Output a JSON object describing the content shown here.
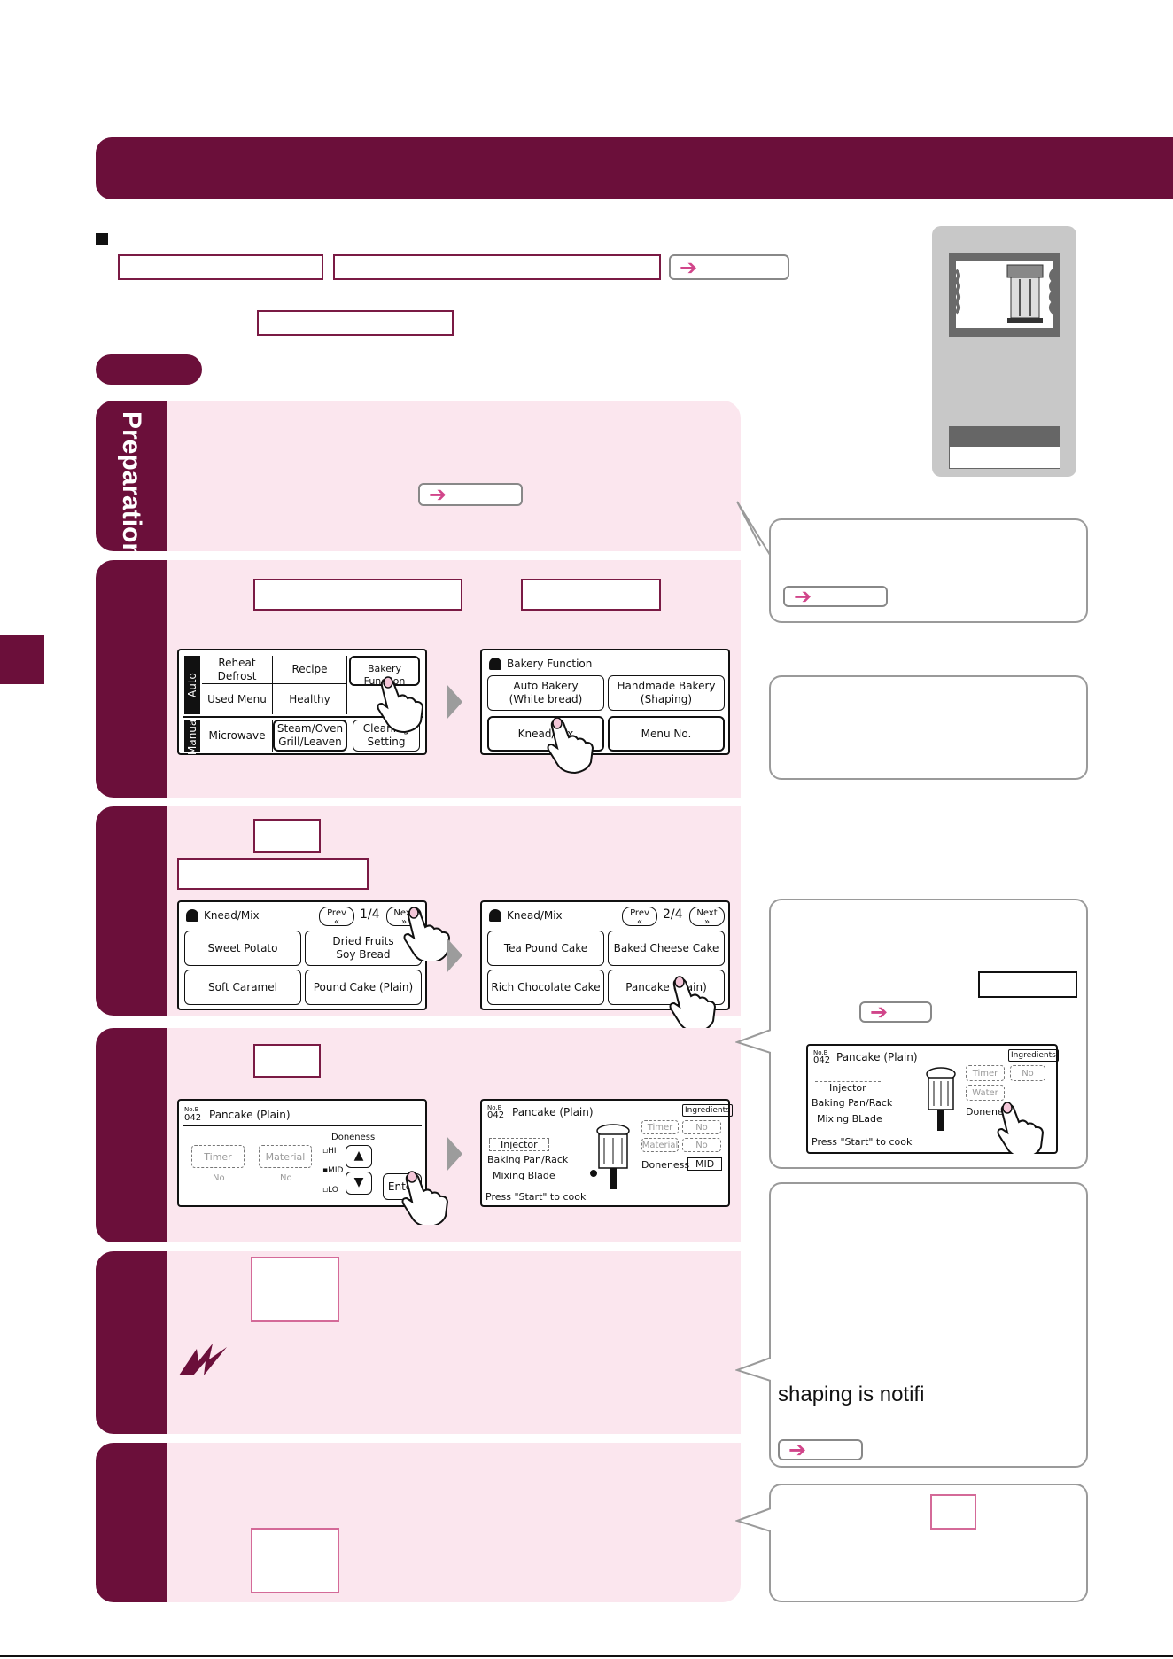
{
  "page": {
    "bottom_caption": "shaping is notifi"
  },
  "screens": {
    "home": {
      "auto_label": "Auto",
      "manual_label": "Manual",
      "reheat_defrost": "Reheat\nDefrost",
      "recipe": "Recipe",
      "bakery_function": "Bakery Function",
      "used_menu": "Used Menu",
      "healthy": "Healthy",
      "microwave": "Microwave",
      "steam_oven": "Steam/Oven\nGrill/Leaven",
      "cleaning_setting": "Cleaning\nSetting"
    },
    "bakery": {
      "title": "Bakery Function",
      "auto_bakery": "Auto Bakery\n(White bread)",
      "handmade_bakery": "Handmade Bakery\n(Shaping)",
      "knead_mix": "Knead/Mix",
      "menu_no": "Menu No."
    },
    "knead_p1": {
      "title": "Knead/Mix",
      "prev": "Prev",
      "next": "Next",
      "page": "1/4",
      "sweet_potato": "Sweet Potato",
      "dried_fruits": "Dried Fruits\nSoy Bread",
      "soft_caramel": "Soft Caramel",
      "pound_cake": "Pound Cake (Plain)"
    },
    "knead_p2": {
      "title": "Knead/Mix",
      "prev": "Prev",
      "next": "Next",
      "page": "2/4",
      "tea_pound_cake": "Tea Pound Cake",
      "baked_cheese_cake": "Baked Cheese Cake",
      "rich_chocolate": "Rich Chocolate Cake",
      "pancake_plain": "Pancake (Plain)"
    },
    "doneness": {
      "no_label": "No.B",
      "menu_number": "042",
      "title": "Pancake (Plain)",
      "doneness_label": "Doneness",
      "hi": "HI",
      "mid": "MID",
      "lo": "LO",
      "timer": "Timer",
      "material": "Material",
      "timer_value": "No",
      "material_value": "No",
      "enter": "Enter"
    },
    "confirm": {
      "no_label": "No.B",
      "menu_number": "042",
      "title": "Pancake (Plain)",
      "ingredients": "Ingredients",
      "injector": "Injector",
      "baking_pan": "Baking Pan/Rack",
      "mixing_blade": "Mixing Blade",
      "timer": "Timer",
      "material": "Material",
      "doneness": "Doneness",
      "timer_value": "No",
      "material_value": "No",
      "doneness_value": "MID",
      "start_hint": "Press \"Start\" to cook"
    },
    "callout_screen": {
      "no_label": "No.B",
      "menu_number": "042",
      "title": "Pancake (Plain)",
      "ingredients": "Ingredients",
      "injector": "Injector",
      "baking_pan": "Baking Pan/Rack",
      "mixing_blade": "Mixing BLade",
      "timer": "Timer",
      "material": "Water",
      "timer_value": "No",
      "doneness": "Doneness",
      "start_hint": "Press \"Start\" to cook"
    }
  },
  "steps": {
    "preparation_label": "Preparation"
  },
  "colors": {
    "maroon": "#6b0f3a",
    "pink_panel": "#fbe6ee",
    "arrow_pink": "#d1458a"
  }
}
